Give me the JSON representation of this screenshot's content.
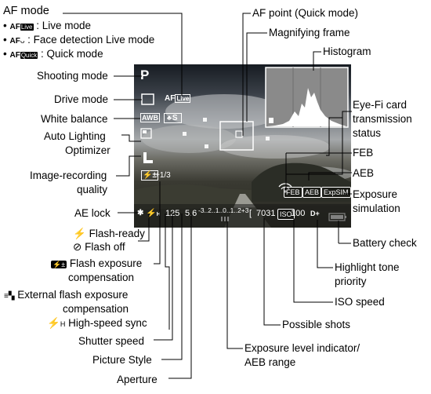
{
  "legend": {
    "title": "AF mode",
    "items": [
      {
        "tag": "AF",
        "mode": "Live",
        "text": ": Live mode"
      },
      {
        "tag": "AF",
        "mode": "ᴗ",
        "text": ": Face detection Live mode"
      },
      {
        "tag": "AF",
        "mode": "Quick",
        "text": ": Quick mode"
      }
    ]
  },
  "labels_left": {
    "shooting_mode": "Shooting mode",
    "drive_mode": "Drive mode",
    "white_balance": "White balance",
    "alo_1": "Auto Lighting",
    "alo_2": "Optimizer",
    "irq_1": "Image-recording",
    "irq_2": "quality",
    "ae_lock": "AE lock",
    "flash_ready": "Flash-ready",
    "flash_off": "Flash off",
    "fec_1": "Flash exposure",
    "fec_2": "compensation",
    "ext_1": "External flash exposure",
    "ext_2": "compensation",
    "hss": "High-speed sync",
    "shutter": "Shutter speed",
    "picture_style": "Picture Style",
    "aperture": "Aperture"
  },
  "labels_top": {
    "af_point": "AF point (Quick mode)",
    "magnifying": "Magnifying frame",
    "histogram": "Histogram"
  },
  "labels_right": {
    "eyefi_1": "Eye-Fi card",
    "eyefi_2": "transmission",
    "eyefi_3": "status",
    "feb": "FEB",
    "aeb": "AEB",
    "expsim_1": "Exposure",
    "expsim_2": "simulation",
    "battery": "Battery check",
    "htp_1": "Highlight tone",
    "htp_2": "priority",
    "iso": "ISO speed",
    "shots": "Possible shots",
    "exposure_1": "Exposure level indicator/",
    "exposure_2": "AEB range"
  },
  "lcd": {
    "mode": "P",
    "af": "AF",
    "af_mode": "Live",
    "wb": "AWB",
    "picture_style": "S",
    "flash_comp": "+1/3",
    "shutter": "125",
    "aperture": "5.6",
    "scale": "-3..2..1..0..1..2+3",
    "shots": "7031",
    "iso_label": "ISO",
    "iso": "100",
    "htp": "D+",
    "feb": "FEB",
    "aeb": "AEB",
    "expsim": "ExpSIM",
    "bracket": "[",
    "ae_lock": "✱",
    "hss_sub": "H"
  },
  "colors": {
    "line": "#000000",
    "lcd_text": "#ffffff",
    "lcd_bg": "#2a2c2e",
    "histogram_bg": "#8a8a8a"
  }
}
